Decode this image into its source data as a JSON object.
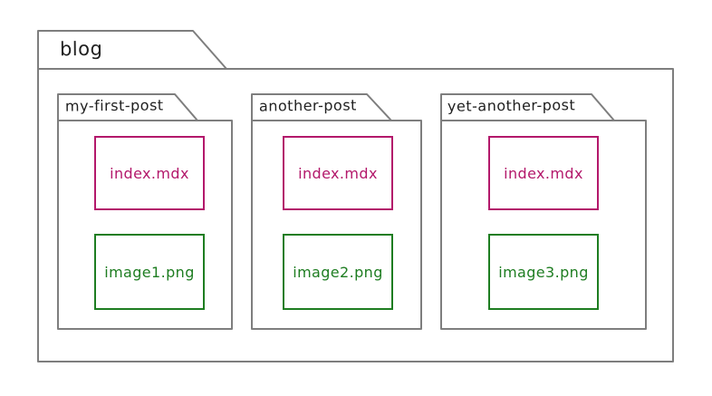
{
  "diagram": {
    "type": "folder-structure",
    "root_folder": {
      "label": "blog",
      "subfolders": [
        {
          "label": "my-first-post",
          "files": [
            {
              "name": "index.mdx",
              "kind": "mdx"
            },
            {
              "name": "image1.png",
              "kind": "png"
            }
          ]
        },
        {
          "label": "another-post",
          "files": [
            {
              "name": "index.mdx",
              "kind": "mdx"
            },
            {
              "name": "image2.png",
              "kind": "png"
            }
          ]
        },
        {
          "label": "yet-another-post",
          "files": [
            {
              "name": "index.mdx",
              "kind": "mdx"
            },
            {
              "name": "image3.png",
              "kind": "png"
            }
          ]
        }
      ]
    },
    "colors": {
      "outline": "#7e7e7e",
      "text": "#202020",
      "mdx": "#b3186b",
      "png": "#1e7d21"
    }
  }
}
